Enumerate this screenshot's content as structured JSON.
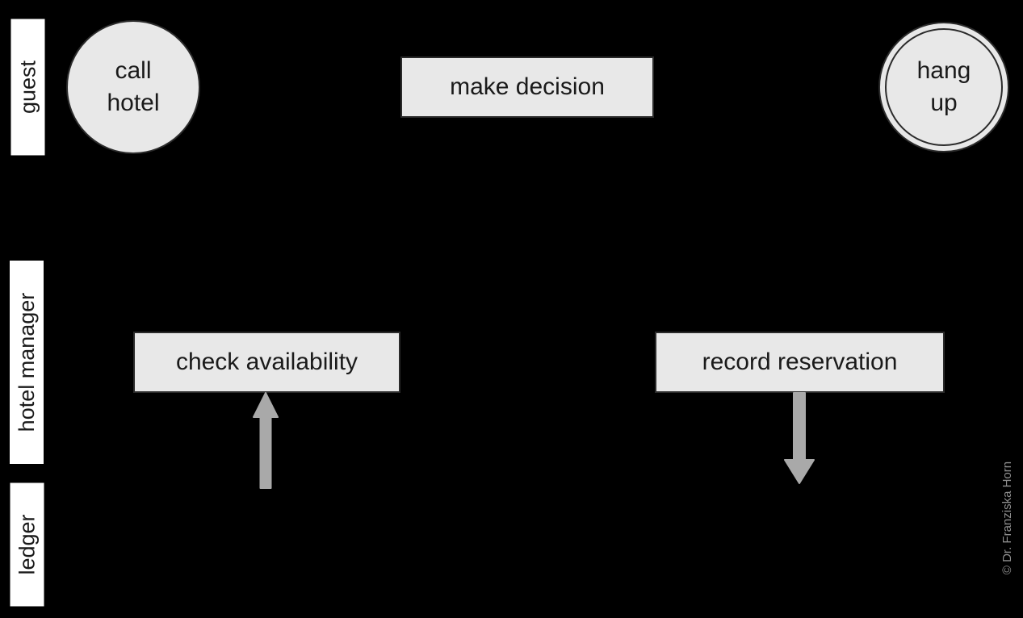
{
  "diagram": {
    "type": "bpmn-swimlane-process",
    "lanes": [
      {
        "label": "guest"
      },
      {
        "label": "hotel manager"
      },
      {
        "label": "ledger"
      }
    ],
    "nodes": {
      "start_event": {
        "label": "call\nhotel",
        "shape": "circle"
      },
      "make_decision": {
        "label": "make decision",
        "shape": "task-rectangle"
      },
      "end_event": {
        "label": "hang\nup",
        "shape": "double-circle"
      },
      "check_availability": {
        "label": "check availability",
        "shape": "task-rectangle"
      },
      "record_reservation": {
        "label": "record reservation",
        "shape": "task-rectangle"
      }
    },
    "arrows": [
      {
        "name": "ledger-to-check-availability",
        "direction": "up"
      },
      {
        "name": "record-reservation-to-ledger",
        "direction": "down"
      }
    ],
    "credit": "© Dr. Franziska Horn",
    "colors": {
      "background": "#000000",
      "node_fill": "#e8e8e8",
      "node_border": "#2b2b2b",
      "lane_fill": "#ffffff",
      "text": "#1a1a1a",
      "arrow": "#a9a9a9",
      "credit_text": "#8f8f8f"
    }
  }
}
